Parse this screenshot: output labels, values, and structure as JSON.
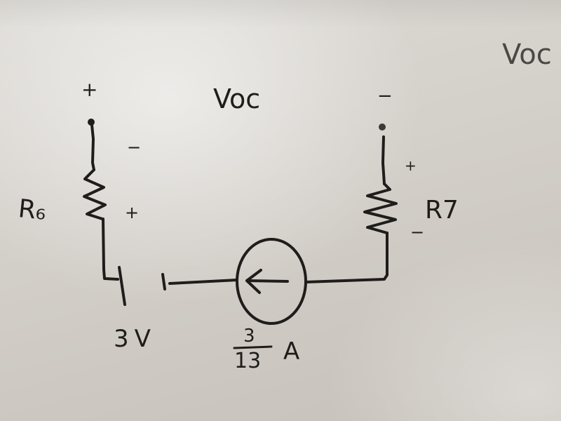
{
  "labels": {
    "voc_main": "Voc",
    "voc_corner": "Voc",
    "left_terminal_polarity": "+",
    "right_terminal_polarity": "−",
    "r_left_top_polarity": "−",
    "r_left_bottom_polarity": "+",
    "r_right_top_polarity": "+",
    "r_right_bottom_polarity": "−",
    "r_left_name": "R₆",
    "r_right_name": "R7",
    "battery_value": "3V",
    "current_numerator": "3",
    "current_denominator": "13",
    "current_unit": "A"
  },
  "colors": {
    "ink": "#1f1d1b",
    "paper": "#dedbd6"
  }
}
